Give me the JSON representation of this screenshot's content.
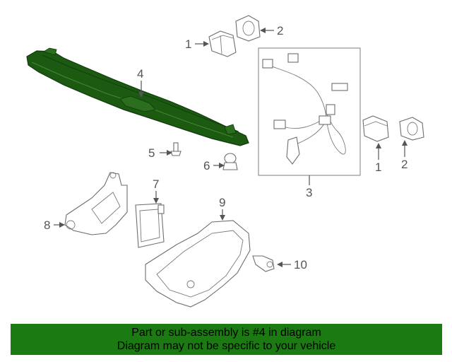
{
  "callouts": {
    "c1a": "1",
    "c2a": "2",
    "c4": "4",
    "c5": "5",
    "c6": "6",
    "c3": "3",
    "c1b": "1",
    "c2b": "2",
    "c7": "7",
    "c8": "8",
    "c9": "9",
    "c10": "10"
  },
  "colors": {
    "highlight_part": "#1c5a12",
    "banner_background": "#1c7a12"
  },
  "banner": {
    "line1": "Part or sub-assembly is #4 in diagram",
    "line2": "Diagram may not be specific to your vehicle"
  }
}
